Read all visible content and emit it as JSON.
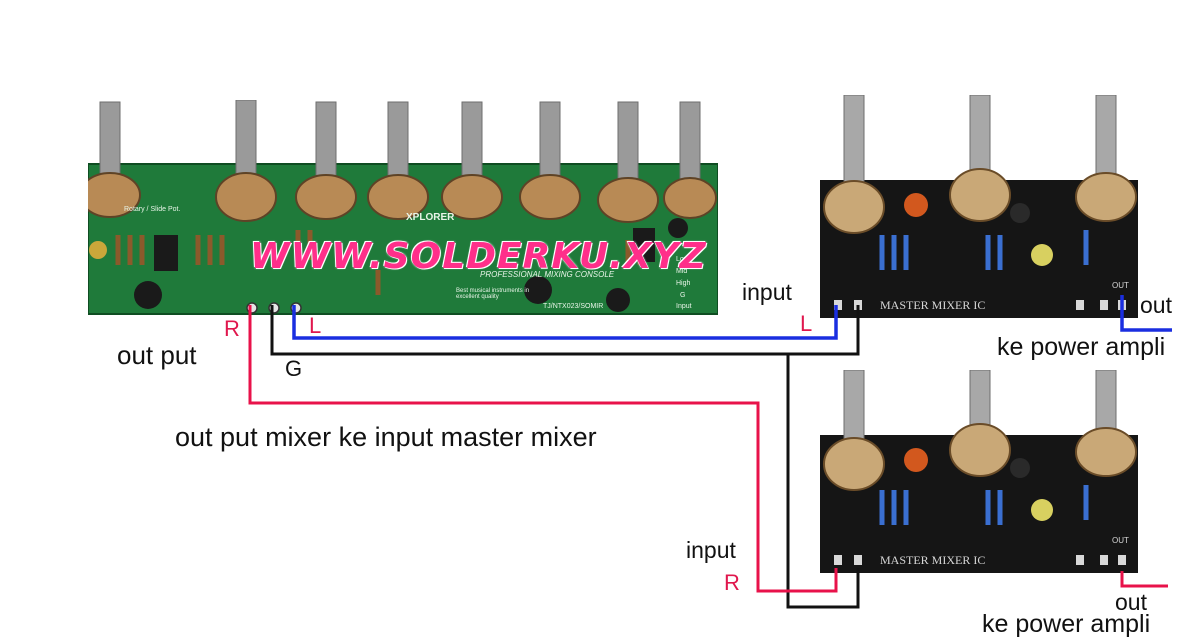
{
  "watermark": "WWW.SOLDERKU.XYZ",
  "mixer_board": {
    "silkscreen": {
      "brand": "XPLORER",
      "console": "PROFESSIONAL MIXING CONSOLE",
      "tagline": "Best musical instruments in excellent quality",
      "code": "TJ/NTX023/SOMIR",
      "pot_note": "Rotary / Slide Pot.",
      "low": "Low",
      "mid": "Mid",
      "high": "High",
      "g": "G",
      "input": "Input"
    }
  },
  "master_boards": [
    {
      "title": "MASTER MIXER IC",
      "out_pad": "OUT"
    },
    {
      "title": "MASTER MIXER IC",
      "out_pad": "OUT"
    }
  ],
  "labels": {
    "out_put": "out put",
    "r_output": "R",
    "l_output": "L",
    "g_output": "G",
    "description": "out put mixer ke input master mixer",
    "input_top": "input",
    "l_input": "L",
    "out_top": "out",
    "ke_power_top": "ke power ampli",
    "input_bottom": "input",
    "r_input": "R",
    "out_bottom": "out",
    "ke_power_bottom": "ke power ampli"
  },
  "colors": {
    "board_green": "#1f7a3a",
    "board_dark": "#151515",
    "wire_red": "#e8124a",
    "wire_blue": "#1a2ee0",
    "wire_black": "#111111",
    "label_red": "#e0174d",
    "watermark": "#ff2f8a"
  }
}
